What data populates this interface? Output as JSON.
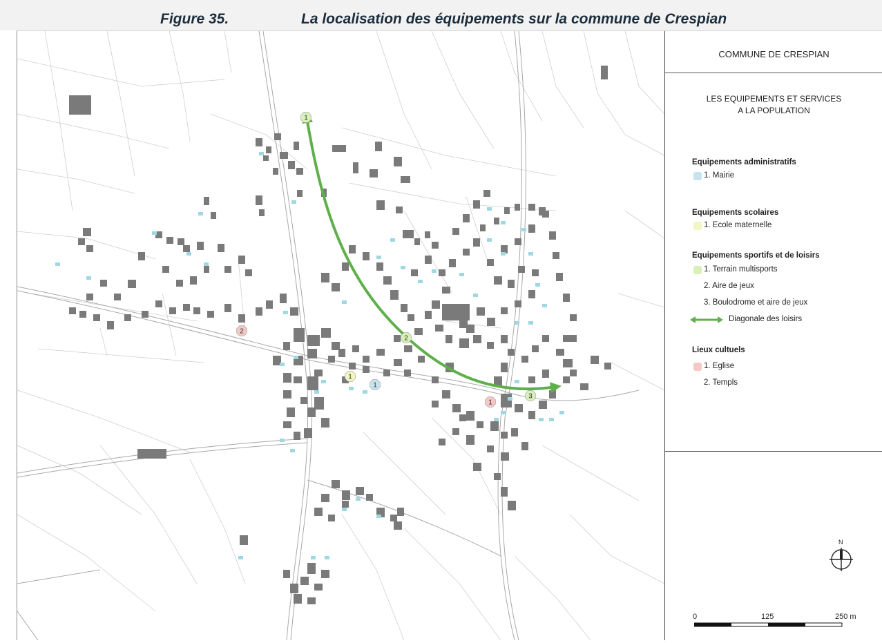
{
  "figure": {
    "number": "Figure 35.",
    "title": "La localisation des équipements sur la commune de Crespian"
  },
  "legend": {
    "commune": "COMMUNE DE CRESPIAN",
    "subtitle_line1": "LES EQUIPEMENTS ET SERVICES",
    "subtitle_line2": "A LA POPULATION",
    "sections": {
      "admin": {
        "heading": "Equipements administratifs",
        "items": [
          "1. Mairie"
        ],
        "color": "#c7e3f0"
      },
      "school": {
        "heading": "Equipements scolaires",
        "items": [
          "1. Ecole maternelle"
        ],
        "color": "#f3f6c0"
      },
      "sport": {
        "heading": "Equipements sportifs et de loisirs",
        "items": [
          "1. Terrain multisports",
          "2. Aire de jeux",
          "3. Boulodrome et aire de jeux"
        ],
        "color": "#d9f0b8",
        "arrow_label": "Diagonale des loisirs",
        "arrow_color": "#5fb04a"
      },
      "worship": {
        "heading": "Lieux cultuels",
        "items": [
          "1. Eglise",
          "2. Templs"
        ],
        "color": "#f5c8c4"
      }
    },
    "north_label": "N",
    "scale": {
      "labels": [
        "0",
        "125",
        "250 m"
      ]
    }
  },
  "map": {
    "markers": [
      {
        "label": "1",
        "kind": "sport"
      },
      {
        "label": "2",
        "kind": "sport"
      },
      {
        "label": "3",
        "kind": "sport"
      },
      {
        "label": "1",
        "kind": "school"
      },
      {
        "label": "1",
        "kind": "admin"
      },
      {
        "label": "1",
        "kind": "worship"
      },
      {
        "label": "2",
        "kind": "worship"
      }
    ],
    "colors": {
      "building": "#7a7a7a",
      "pool": "#9fd8e3",
      "parcel_line": "#c4c4c4",
      "road_line": "#a8a8a8"
    }
  }
}
